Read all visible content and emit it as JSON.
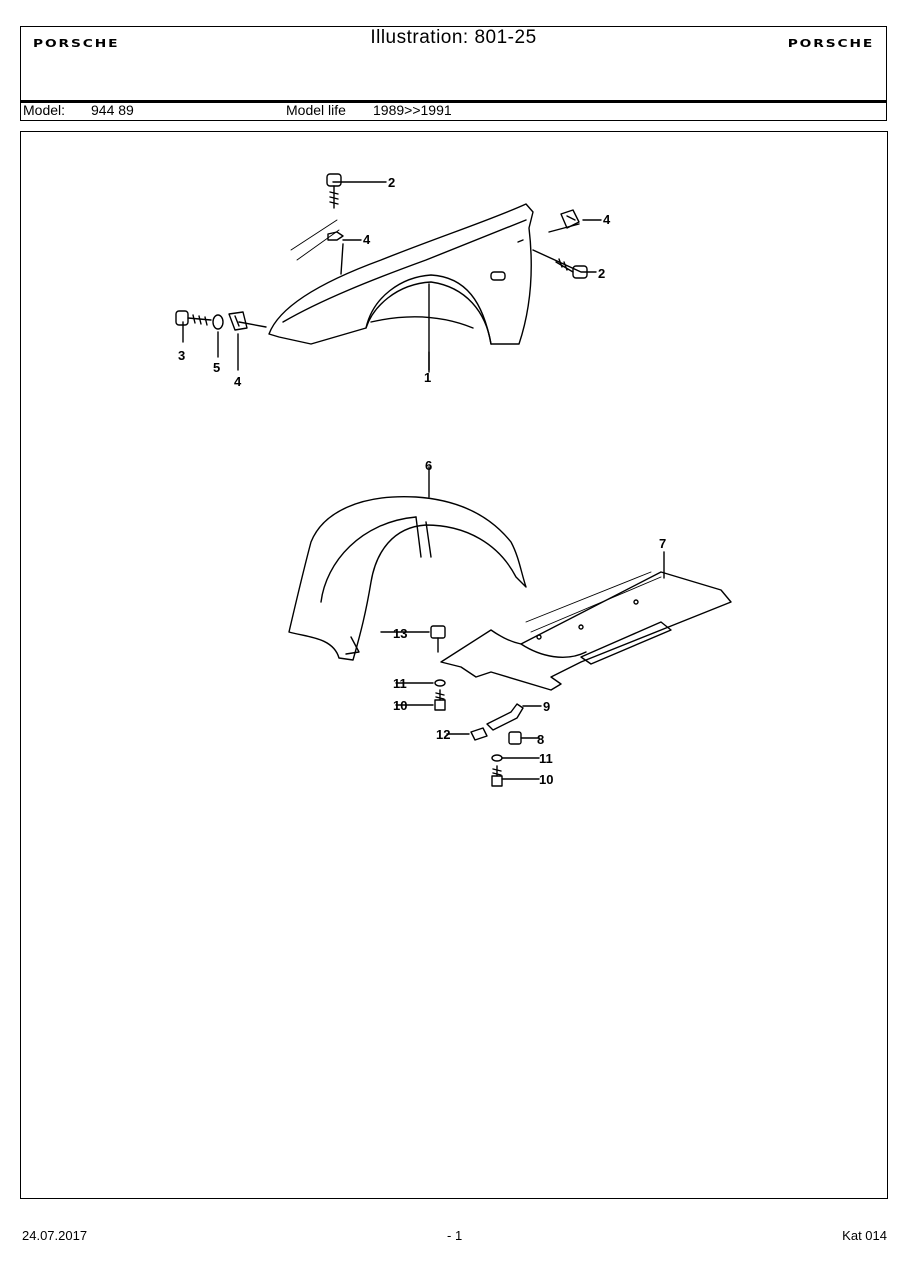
{
  "header": {
    "brand_left": "PORSCHE",
    "brand_right": "PORSCHE",
    "title": "Illustration: 801-25",
    "model_label": "Model:",
    "model_value": "944 89",
    "model_life_label": "Model life",
    "model_life_value": "1989>>1991"
  },
  "callouts": {
    "c1": "1",
    "c2a": "2",
    "c2b": "2",
    "c3": "3",
    "c4a": "4",
    "c4b": "4",
    "c4c": "4",
    "c5": "5",
    "c6": "6",
    "c7": "7",
    "c8": "8",
    "c9": "9",
    "c10a": "10",
    "c10b": "10",
    "c11a": "11",
    "c11b": "11",
    "c12": "12",
    "c13": "13"
  },
  "footer": {
    "date": "24.07.2017",
    "page": "- 1",
    "catalog": "Kat 014"
  }
}
